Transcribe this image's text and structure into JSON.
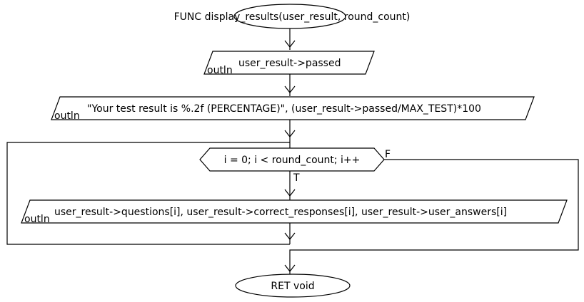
{
  "flowchart": {
    "start": {
      "label": "FUNC display_results(user_result, round_count)"
    },
    "output1": {
      "tag": "outln",
      "text": "user_result->passed"
    },
    "output2": {
      "tag": "outln",
      "text": "\"Your test result is %.2f (PERCENTAGE)\", (user_result->passed/MAX_TEST)*100"
    },
    "loop": {
      "condition": "i = 0; i < round_count; i++",
      "true_label": "T",
      "false_label": "F"
    },
    "output3": {
      "tag": "outln",
      "text": "user_result->questions[i], user_result->correct_responses[i], user_result->user_answers[i]"
    },
    "end": {
      "label": "RET void"
    }
  }
}
